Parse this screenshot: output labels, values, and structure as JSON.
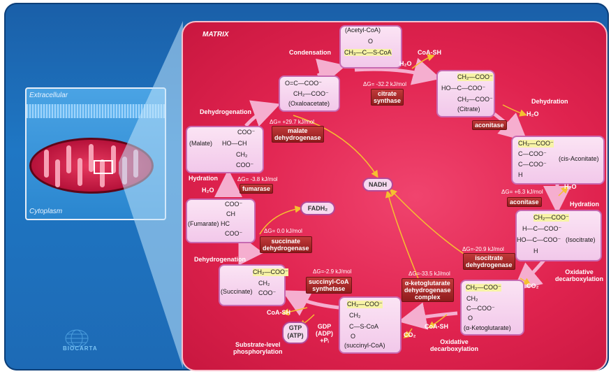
{
  "inset": {
    "extracellular": "Extracellular",
    "cytoplasm": "Cytoplasm"
  },
  "matrix_label": "MATRIX",
  "molecules": {
    "acetyl": {
      "name": "(Acetyl-CoA)",
      "l1": "O",
      "l2": "CH₃—C—S-CoA"
    },
    "citrate": {
      "name": "(Citrate)",
      "l1": "CH₂—COO⁻",
      "l2": "HO—C—COO⁻",
      "l3": "CH₂—COO⁻"
    },
    "cisaconitate": {
      "name": "(cis-Aconitate)",
      "l1": "CH₂—COO⁻",
      "l2": "C—COO⁻",
      "l3": "C—COO⁻",
      "l4": "H"
    },
    "isocitrate": {
      "name": "(Isocitrate)",
      "l1": "CH₂—COO⁻",
      "l2": "H—C—COO⁻",
      "l3": "HO—C—COO⁻",
      "l4": "H"
    },
    "ketoglutarate": {
      "name": "(α-Ketoglutarate)",
      "l1": "CH₂—COO⁻",
      "l2": "CH₂",
      "l3": "C—COO⁻",
      "l4": "O"
    },
    "succinylcoa": {
      "name": "(succinyl-CoA)",
      "l1": "CH₂—COO⁻",
      "l2": "CH₂",
      "l3": "C—S-CoA",
      "l4": "O"
    },
    "succinate": {
      "name": "(Succinate)",
      "l1": "CH₂—COO⁻",
      "l2": "CH₂",
      "l3": "COO⁻"
    },
    "fumarate": {
      "name": "(Fumarate)",
      "l1": "COO⁻",
      "l2": "CH",
      "l3": "HC",
      "l4": "COO⁻"
    },
    "malate": {
      "name": "(Malate)",
      "l1": "COO⁻",
      "l2": "HO—CH",
      "l3": "CH₂",
      "l4": "COO⁻"
    },
    "oxaloacetate": {
      "name": "(Oxaloacetate)",
      "l1": "O=C—COO⁻",
      "l2": "CH₂—COO⁻"
    }
  },
  "enzymes": {
    "citrate_synthase": "citrate\nsynthase",
    "aconitase1": "aconitase",
    "aconitase2": "aconitase",
    "isocitrate_dh": "isocitrate\ndehydrogenase",
    "akg_dh": "α-ketoglutarate\ndehydrogenase\ncomplex",
    "succinylcoa_synthetase": "succinyl-CoA\nsynthetase",
    "succinate_dh": "succinate\ndehydrogenase",
    "fumarase": "fumarase",
    "malate_dh": "malate\ndehydrogenase"
  },
  "delta_g": {
    "citrate_synthase": "ΔG= -32.2 kJ/mol",
    "aconitase": "ΔG= +6.3 kJ/mol",
    "isocitrate_dh": "ΔG=-20.9 kJ/mol",
    "akg_dh": "ΔG=-33.5 kJ/mol",
    "succinylcoa_synthetase": "ΔG=-2.9 kJ/mol",
    "succinate_dh": "ΔG= 0.0 kJ/mol",
    "fumarase": "ΔG= -3.8 kJ/mol",
    "malate_dh": "ΔG= +29.7 kJ/mol"
  },
  "steps": {
    "condensation": "Condensation",
    "dehydration": "Dehydration",
    "hydration_right": "Hydration",
    "oxidative_decarb_right": "Oxidative\ndecarboxylation",
    "oxidative_decarb_bottom": "Oxidative\ndecarboxylation",
    "substrate_level": "Substrate-level\nphosphorylation",
    "dehydrogenation_left": "Dehydrogenation",
    "hydration_left": "Hydration",
    "dehydrogenation_top": "Dehydrogenation"
  },
  "cofactors": {
    "coash_top": "CoA-SH",
    "h2o_top": "H₂O",
    "h2o_dehydration": "H₂O",
    "h2o_hydration": "H₂O",
    "co2_right": "CO₂",
    "coash_bottom": "CoA-SH",
    "co2_bottom": "CO₂",
    "coash_left": "CoA-SH",
    "gtp": "GTP\n(ATP)",
    "gdp": "GDP\n(ADP)\n+Pᵢ",
    "h2o_left": "H₂O",
    "nadh": "NADH",
    "fadh2": "FADH₂"
  },
  "logo": "BIOCARTA",
  "colors": {
    "frame": "#1f77c4",
    "matrix": "#e0234f",
    "molecule_box": "#f2c8ea",
    "enzyme": "#a52a2a",
    "arrow": "#f5a0c8",
    "nadh_line": "#f0c030"
  }
}
